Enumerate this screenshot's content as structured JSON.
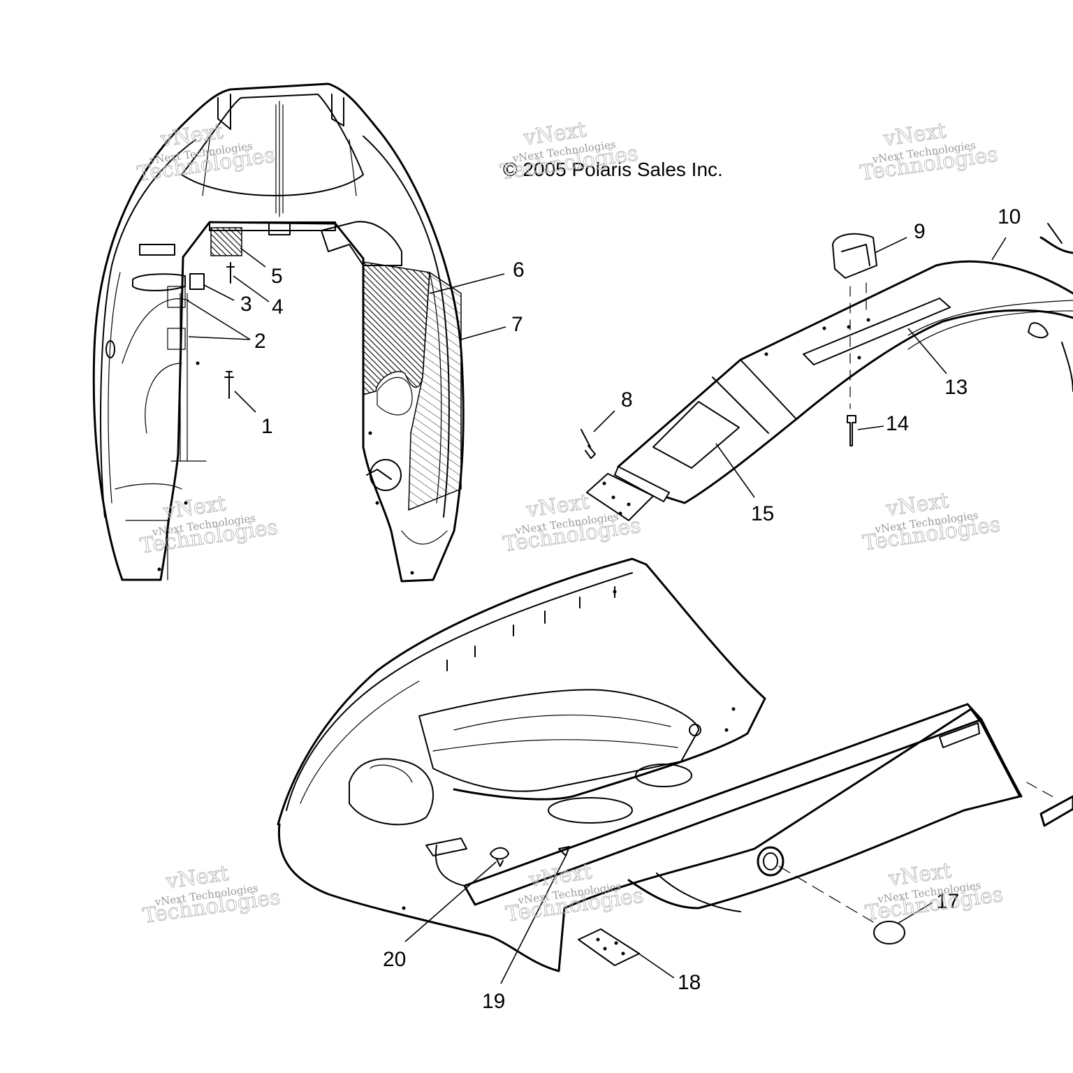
{
  "copyright": "© 2005 Polaris Sales Inc.",
  "watermark": {
    "line_small": "vNext Technologies",
    "line_big": "Technologies",
    "line_top": "vNext"
  },
  "callouts": [
    "1",
    "2",
    "3",
    "4",
    "5",
    "6",
    "7",
    "8",
    "9",
    "10",
    "13",
    "14",
    "15",
    "17",
    "18",
    "19",
    "20"
  ]
}
